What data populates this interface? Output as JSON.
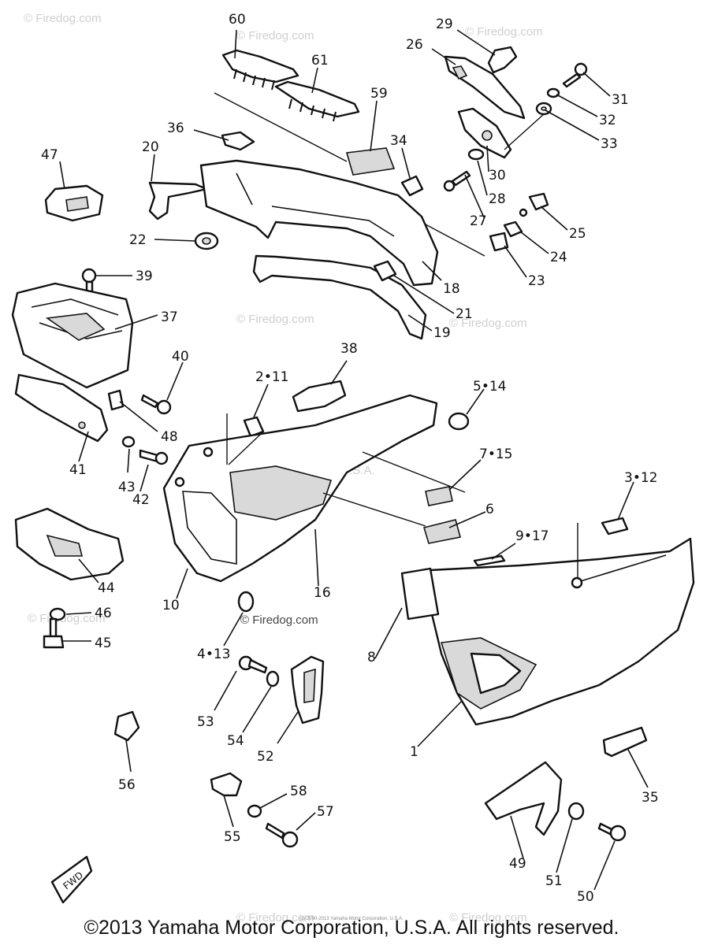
{
  "watermark": "© Firedog.com",
  "watermark_center": "Yamaha Motor Corp. U.S.A.",
  "fwd_tag": "FWD",
  "copyright": "©2013 Yamaha Motor Corporation, U.S.A. All rights reserved.",
  "copyright_small": "(c) 2000-2013 Yamaha Motor Corporation, U.S.A.",
  "part_labels": {
    "p60": "60",
    "p61": "61",
    "p29": "29",
    "p26": "26",
    "p31": "31",
    "p32": "32",
    "p33": "33",
    "p59": "59",
    "p36": "36",
    "p34": "34",
    "p20": "20",
    "p30": "30",
    "p47": "47",
    "p28": "28",
    "p27": "27",
    "p25": "25",
    "p22": "22",
    "p24": "24",
    "p23": "23",
    "p39": "39",
    "p18": "18",
    "p37": "37",
    "p21": "21",
    "p19": "19",
    "p38": "38",
    "p40": "40",
    "p2_11": "2•11",
    "p5_14": "5•14",
    "p48": "48",
    "p7_15": "7•15",
    "p41": "41",
    "p43": "43",
    "p42": "42",
    "p3_12": "3•12",
    "p6": "6",
    "p9_17": "9•17",
    "p44": "44",
    "p10": "10",
    "p16": "16",
    "p46": "46",
    "p45": "45",
    "p4_13": "4•13",
    "p8": "8",
    "p53": "53",
    "p54": "54",
    "p52": "52",
    "p1": "1",
    "p56": "56",
    "p35": "35",
    "p58": "58",
    "p57": "57",
    "p55": "55",
    "p49": "49",
    "p51": "51",
    "p50": "50"
  }
}
